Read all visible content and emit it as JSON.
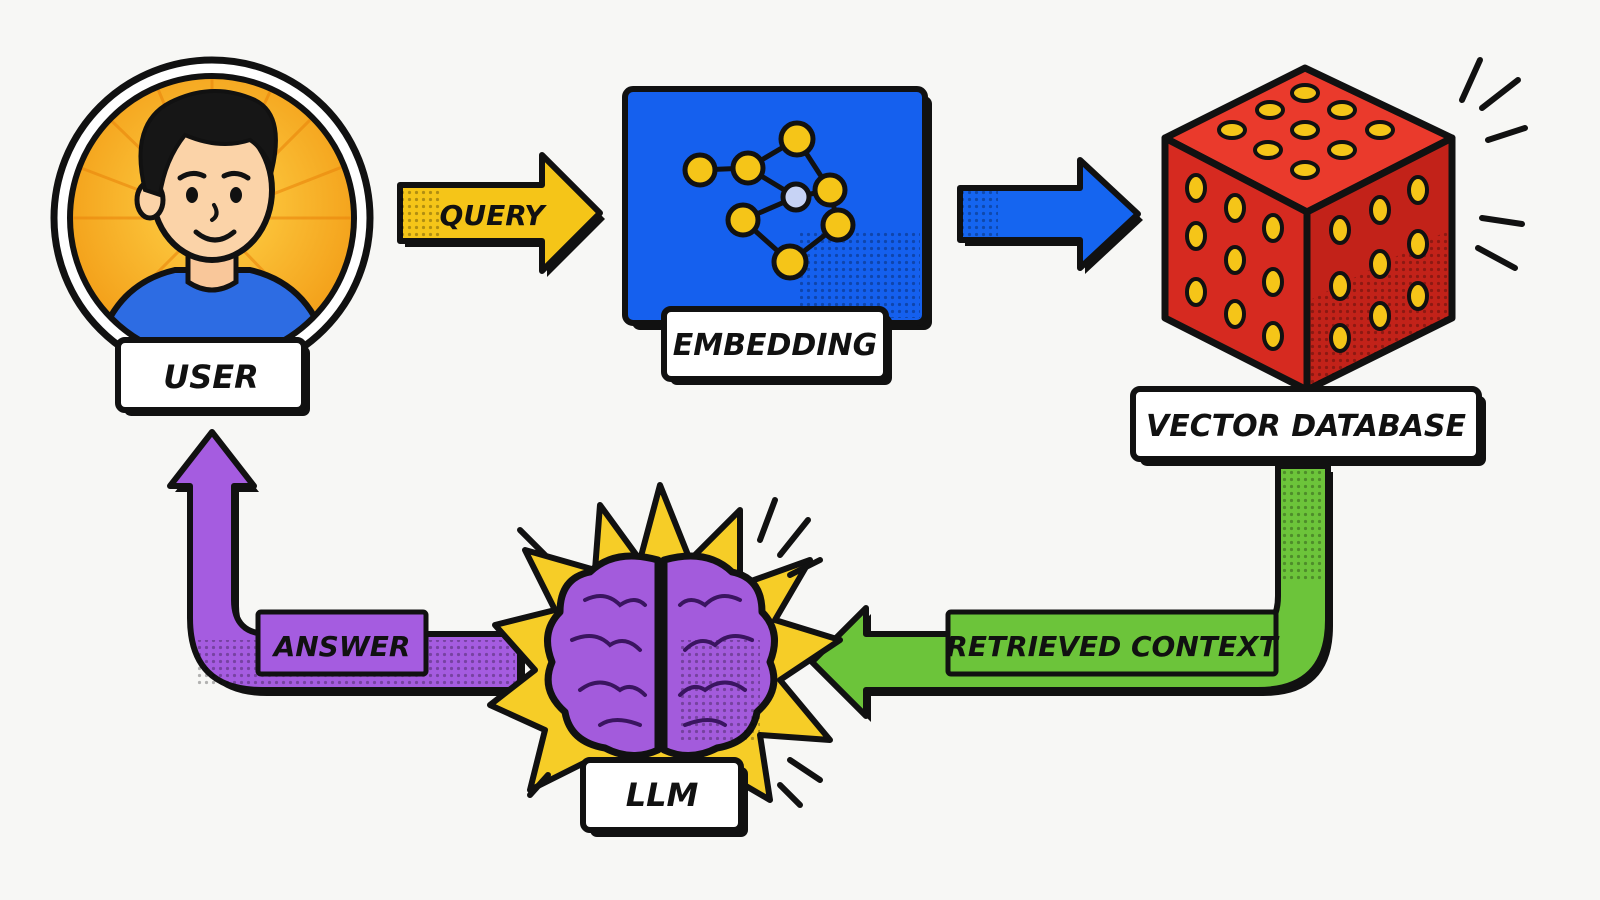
{
  "nodes": {
    "user": {
      "label": "USER"
    },
    "embedding": {
      "label": "EMBEDDING"
    },
    "vector_db": {
      "label": "VECTOR DATABASE"
    },
    "llm": {
      "label": "LLM"
    }
  },
  "edges": {
    "query": {
      "label": "QUERY",
      "color": "#f5c518"
    },
    "embed_to_db": {
      "color": "#1565f0"
    },
    "retrieved_context": {
      "label": "RETRIEVED CONTEXT",
      "color": "#6cc43a"
    },
    "answer": {
      "label": "ANSWER",
      "color": "#a55ce0"
    }
  },
  "colors": {
    "user_bg": "#f7a823",
    "embedding_bg": "#1560ee",
    "cube_red": "#e02e24",
    "brain_purple": "#a35bdc",
    "burst_yellow": "#f6cd27",
    "shirt_blue": "#2d6ce3"
  }
}
